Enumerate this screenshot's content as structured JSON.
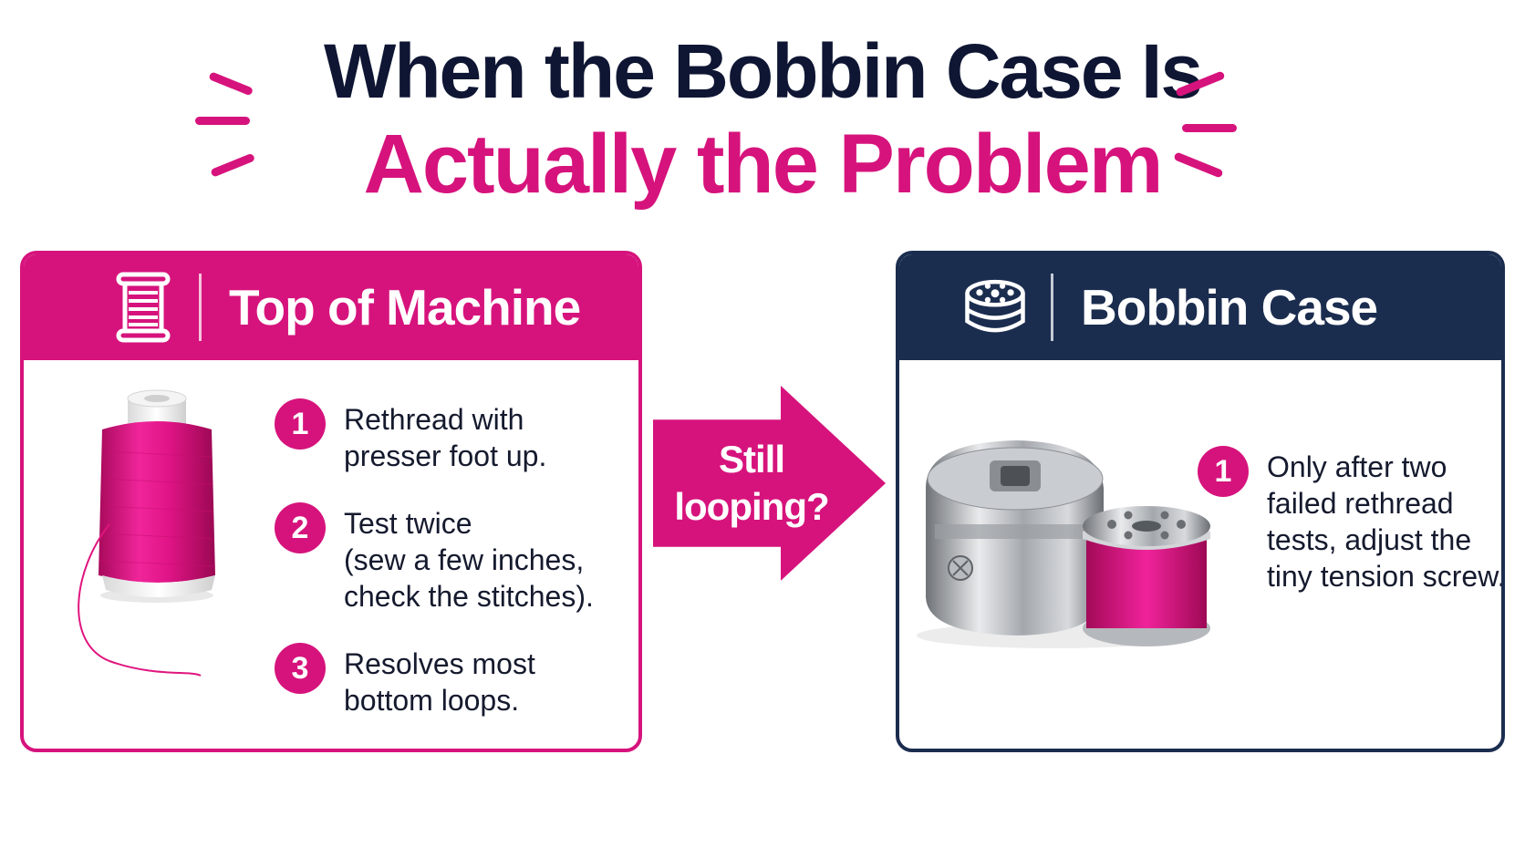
{
  "title": {
    "line1": "When the Bobbin Case Is",
    "line2": "Actually the Problem"
  },
  "colors": {
    "accent": "#d6137c",
    "navy": "#1b2d4f",
    "title_dark": "#0f1633",
    "text": "#151a2e"
  },
  "left_panel": {
    "title": "Top of Machine",
    "icon": "thread-spool-icon",
    "steps": [
      {
        "number": "1",
        "lines": [
          "Rethread with",
          "presser foot up."
        ]
      },
      {
        "number": "2",
        "lines": [
          "Test twice",
          "(sew a few inches,",
          "check the stitches)."
        ]
      },
      {
        "number": "3",
        "lines": [
          "Resolves most",
          "bottom loops."
        ]
      }
    ]
  },
  "arrow": {
    "lines": [
      "Still",
      "looping?"
    ]
  },
  "right_panel": {
    "title": "Bobbin Case",
    "icon": "bobbin-icon",
    "steps": [
      {
        "number": "1",
        "lines": [
          "Only after two",
          "failed rethread",
          "tests, adjust the",
          "tiny tension screw."
        ]
      }
    ]
  }
}
